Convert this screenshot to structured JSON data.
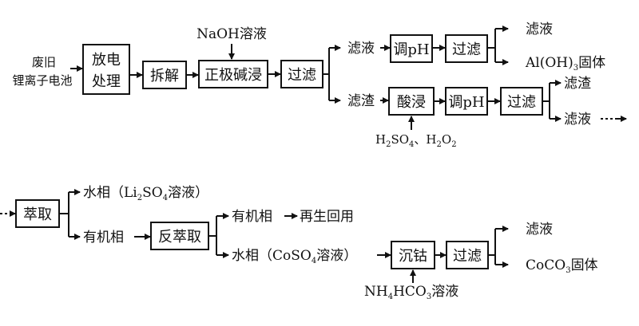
{
  "input": {
    "line1": "废旧",
    "line2": "锂离子电池"
  },
  "steps": {
    "discharge": {
      "line1": "放电",
      "line2": "处理"
    },
    "dismantle": "拆解",
    "cathode_leach": "正极碱浸",
    "filter1": "过滤",
    "adjust_ph1": "调pH",
    "filter2": "过滤",
    "acid_leach": "酸浸",
    "adjust_ph2": "调pH",
    "filter3": "过滤",
    "extraction": "萃取",
    "back_extraction": "反萃取",
    "precipitate_co": "沉钴",
    "filter4": "过滤"
  },
  "reagents": {
    "naoh": "NaOH溶液",
    "acid": {
      "h": "H",
      "h_sub": "2",
      "so": "SO",
      "so_sub": "4",
      "sep": "、H",
      "h2o2_sub": "2",
      "o": "O",
      "o_sub": "2"
    },
    "nh4hco3": {
      "nh": "NH",
      "nh_sub": "4",
      "hco": "HCO",
      "hco_sub": "3",
      "rest": "溶液"
    }
  },
  "labels": {
    "filtrate_a": "滤液",
    "residue_a": "滤渣",
    "filtrate_b": "滤液",
    "aloh3": {
      "a": "Al(OH)",
      "sub": "3",
      "b": "固体"
    },
    "residue_b": "滤渣",
    "filtrate_c": "滤液",
    "water_phase1": {
      "a": "水相（Li",
      "sub1": "2",
      "b": "SO",
      "sub2": "4",
      "c": "溶液）"
    },
    "organic_phase1": "有机相",
    "organic_phase2": "有机相",
    "reuse": "再生回用",
    "water_phase2": {
      "a": "水相（CoSO",
      "sub": "4",
      "b": "溶液）"
    },
    "filtrate_d": "滤液",
    "coco3": {
      "a": "CoCO",
      "sub": "3",
      "b": "固体"
    }
  }
}
